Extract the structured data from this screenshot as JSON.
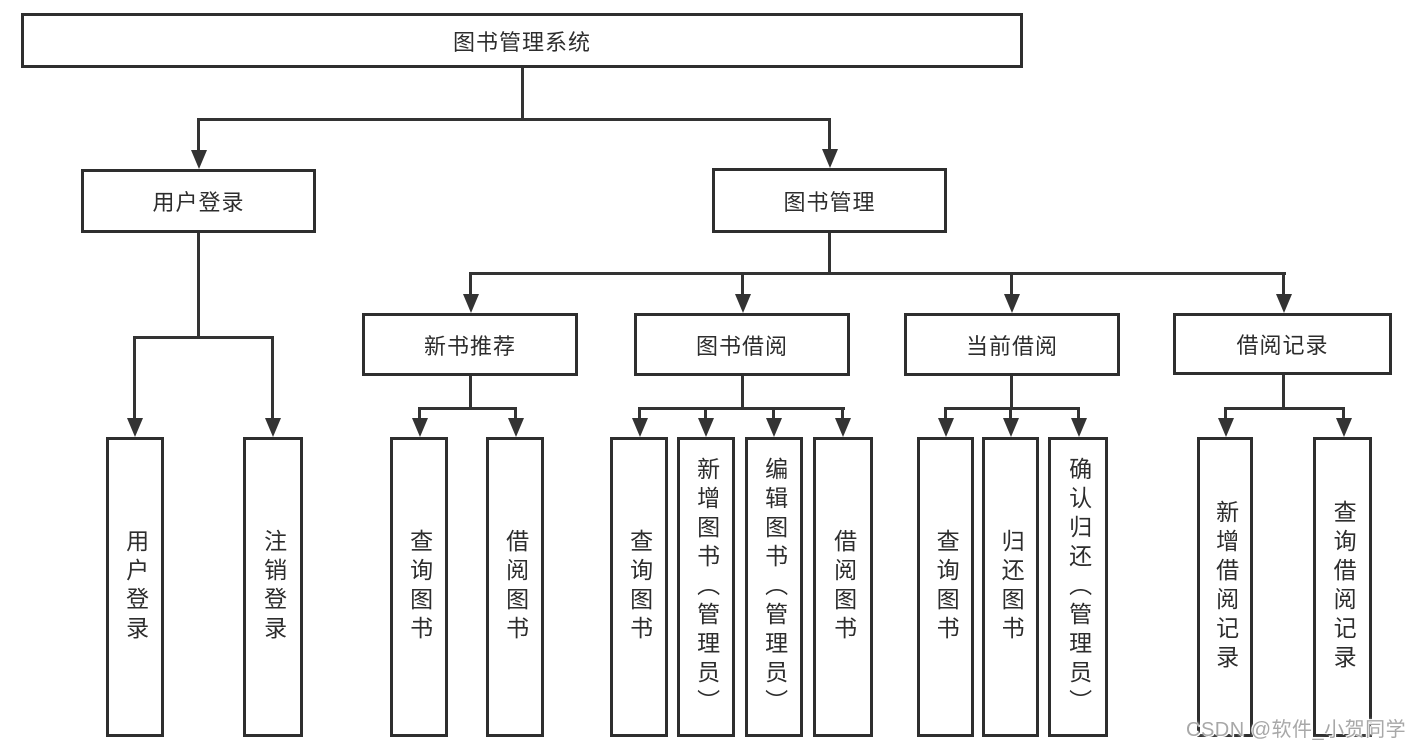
{
  "diagram": {
    "title": "图书管理系统",
    "level2": {
      "user_login": "用户登录",
      "book_manage": "图书管理"
    },
    "level3": {
      "new_books": "新书推荐",
      "book_borrow": "图书借阅",
      "current_borrow": "当前借阅",
      "borrow_records": "借阅记录"
    },
    "leaves": {
      "login": [
        "用户登录",
        "注销登录"
      ],
      "recommend": [
        "查询图书",
        "借阅图书"
      ],
      "borrow": [
        "查询图书",
        "新增图书（管理员）",
        "编辑图书（管理员）",
        "借阅图书"
      ],
      "current": [
        "查询图书",
        "归还图书",
        "确认归还（管理员）"
      ],
      "records": [
        "新增借阅记录",
        "查询借阅记录"
      ]
    }
  },
  "watermark": {
    "text": "CSDN @软件_小贺同学"
  },
  "colors": {
    "line": "#333333",
    "border": "#2e2e2e",
    "text": "#2d2d2d",
    "watermark": "#a8a8a8",
    "background": "#ffffff"
  }
}
